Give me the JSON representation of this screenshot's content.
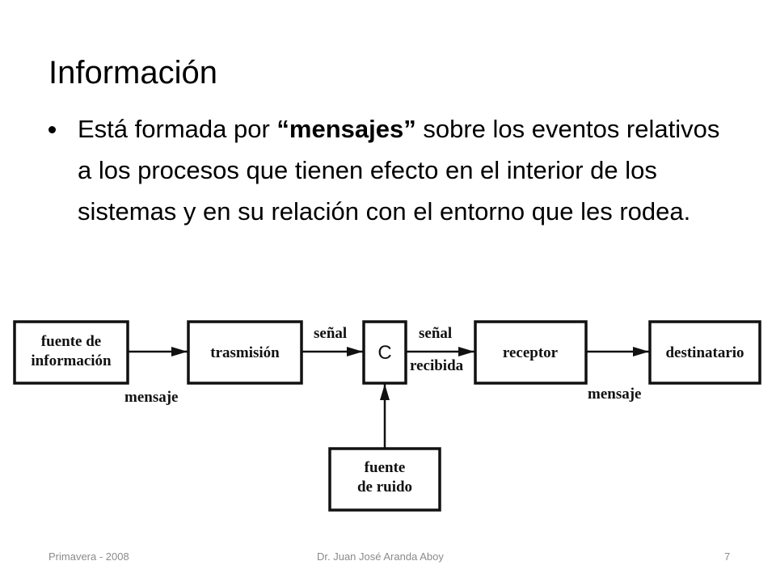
{
  "slide": {
    "title": "Información",
    "bullet": {
      "text_before": "Está formada por ",
      "emphasis": "“mensajes”",
      "text_after": " sobre los eventos relativos a los procesos que tienen efecto en el interior de los sistemas y en su relación con el entorno que les rodea."
    }
  },
  "diagram": {
    "boxes": {
      "source": [
        "fuente de",
        "información"
      ],
      "transmission": "trasmisión",
      "channel": "C",
      "receiver": "receptor",
      "destination": "destinatario",
      "noise": [
        "fuente",
        "de ruido"
      ]
    },
    "labels": {
      "message_left": "mensaje",
      "signal": "señal",
      "received_signal": [
        "señal",
        "recibida"
      ],
      "message_right": "mensaje"
    }
  },
  "footer": {
    "left": "Primavera - 2008",
    "center": "Dr. Juan José Aranda Aboy",
    "page_number": "7"
  }
}
